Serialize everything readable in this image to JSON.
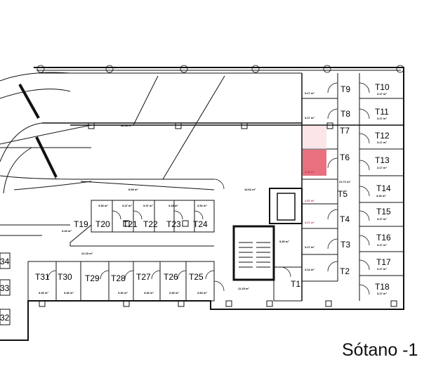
{
  "caption": "Sótano -1",
  "units": [
    {
      "id": "t9",
      "label": "T9",
      "area": "3.17 m²"
    },
    {
      "id": "t10",
      "label": "T10",
      "area": "3.17 m²"
    },
    {
      "id": "t8",
      "label": "T8",
      "area": "3.17 m²"
    },
    {
      "id": "t11",
      "label": "T11",
      "area": "3.17 m²"
    },
    {
      "id": "t7",
      "label": "T7",
      "area": ""
    },
    {
      "id": "t12",
      "label": "T12",
      "area": "3.17 m²"
    },
    {
      "id": "t6",
      "label": "T6",
      "area": "3.34 m²"
    },
    {
      "id": "t13",
      "label": "T13",
      "area": "3.17 m²"
    },
    {
      "id": "t5",
      "label": "T5",
      "area": "2.57 m²"
    },
    {
      "id": "t14",
      "label": "T14",
      "area": "3.26 m²"
    },
    {
      "id": "t4",
      "label": "T4",
      "area": "4.17 m²"
    },
    {
      "id": "t15",
      "label": "T15",
      "area": "3.17 m²"
    },
    {
      "id": "t3",
      "label": "T3",
      "area": "3.17 m²"
    },
    {
      "id": "t16",
      "label": "T16",
      "area": "3.17 m²"
    },
    {
      "id": "t2",
      "label": "T2",
      "area": "3.14 m²"
    },
    {
      "id": "t17",
      "label": "T17",
      "area": "3.17 m²"
    },
    {
      "id": "t18",
      "label": "T18",
      "area": "3.17 m²"
    },
    {
      "id": "t1",
      "label": "T1",
      "area": ""
    },
    {
      "id": "t19",
      "label": "T19",
      "area": "3.43 m²"
    },
    {
      "id": "t20",
      "label": "T20",
      "area": "3.53 m²"
    },
    {
      "id": "t21",
      "label": "T21",
      "area": "3.47 m²"
    },
    {
      "id": "t22",
      "label": "T22",
      "area": "3.37 m²"
    },
    {
      "id": "t23",
      "label": "T23",
      "area": "3.43 m²"
    },
    {
      "id": "t24",
      "label": "T24",
      "area": "3.52 m²"
    },
    {
      "id": "t25",
      "label": "T25",
      "area": "3.60 m²"
    },
    {
      "id": "t26",
      "label": "T26",
      "area": "3.46 m²"
    },
    {
      "id": "t27",
      "label": "T27",
      "area": "3.46 m²"
    },
    {
      "id": "t28",
      "label": "T28",
      "area": "3.46 m²"
    },
    {
      "id": "t29",
      "label": "T29",
      "area": "3.46 m²"
    },
    {
      "id": "t30",
      "label": "T30",
      "area": "3.46 m²"
    },
    {
      "id": "t31",
      "label": "T31",
      "area": "3.49 m²"
    },
    {
      "id": "t34",
      "label": "34",
      "area": ""
    },
    {
      "id": "t33",
      "label": "33",
      "area": ""
    },
    {
      "id": "t32",
      "label": "32",
      "area": ""
    }
  ],
  "rooms": {
    "ramp_area": "68.68 m²",
    "corridor_upper": "8.69 m²",
    "corridor_lower": "21.15 m²",
    "lobby": "14.62 m²",
    "elevator_hall": "5.30 m²",
    "stair_hall": "11.25 m²",
    "right_corridor": "21.71 m²"
  },
  "highlight_color": "#e8707f",
  "highlight_light": "#f7d0d6"
}
